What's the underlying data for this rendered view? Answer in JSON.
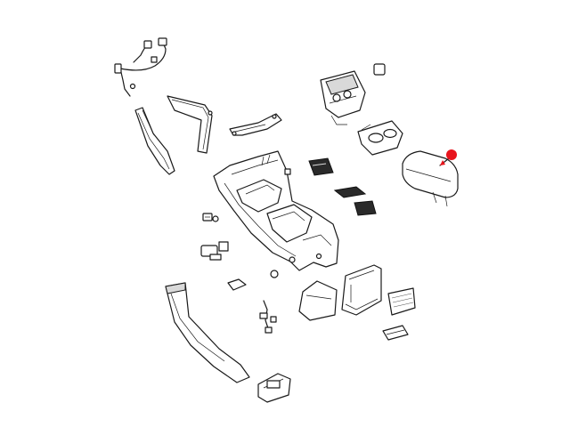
{
  "diagram": {
    "highlight_color": "#e8141c",
    "line_color": "#1a1a1a",
    "parts": [
      {
        "name": "wiring-harness"
      },
      {
        "name": "side-trim-panel-left"
      },
      {
        "name": "side-trim-panel-right"
      },
      {
        "name": "top-bracket"
      },
      {
        "name": "console-base"
      },
      {
        "name": "shifter-bezel"
      },
      {
        "name": "switch-bank"
      },
      {
        "name": "cupholder-bezel"
      },
      {
        "name": "armrest-lid"
      },
      {
        "name": "floor-mat"
      },
      {
        "name": "storage-mat-1"
      },
      {
        "name": "storage-mat-2"
      },
      {
        "name": "usb-port"
      },
      {
        "name": "push-pin"
      },
      {
        "name": "power-outlet"
      },
      {
        "name": "access-cover"
      },
      {
        "name": "screw"
      },
      {
        "name": "rear-duct"
      },
      {
        "name": "rear-bracket"
      },
      {
        "name": "rear-trim-bezel"
      },
      {
        "name": "rear-vent"
      },
      {
        "name": "small-tray"
      },
      {
        "name": "small-harness"
      },
      {
        "name": "duct-outlet"
      }
    ]
  }
}
